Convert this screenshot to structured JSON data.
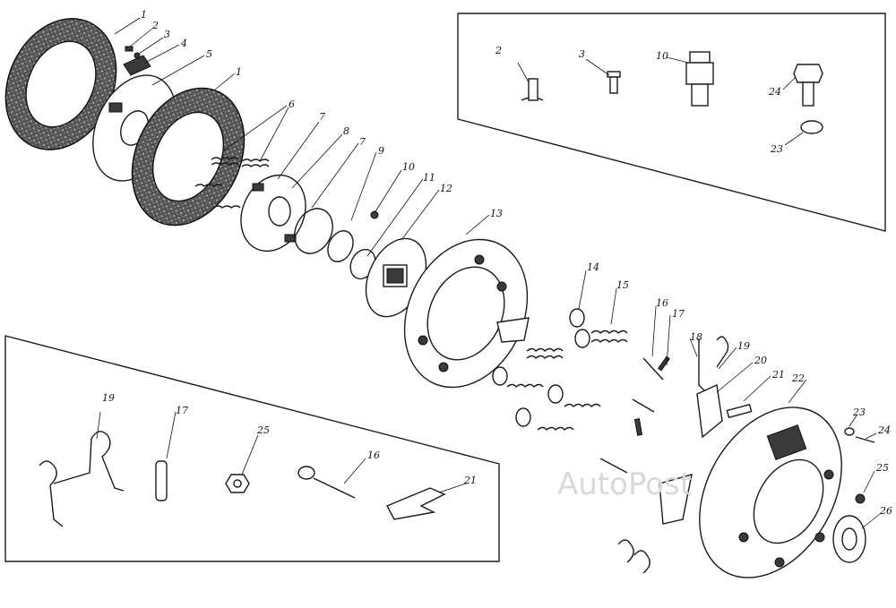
{
  "watermark": "AutoPost",
  "labels": {
    "main": [
      "1",
      "2",
      "3",
      "4",
      "5",
      "1",
      "6",
      "7",
      "8",
      "7",
      "9",
      "10",
      "11",
      "12",
      "13",
      "14",
      "15",
      "16",
      "17",
      "18",
      "19",
      "20",
      "21",
      "22",
      "23",
      "24",
      "25",
      "26"
    ],
    "inset_top": [
      "2",
      "3",
      "10",
      "24",
      "23"
    ],
    "inset_bottom": [
      "19",
      "17",
      "25",
      "16",
      "21"
    ]
  }
}
